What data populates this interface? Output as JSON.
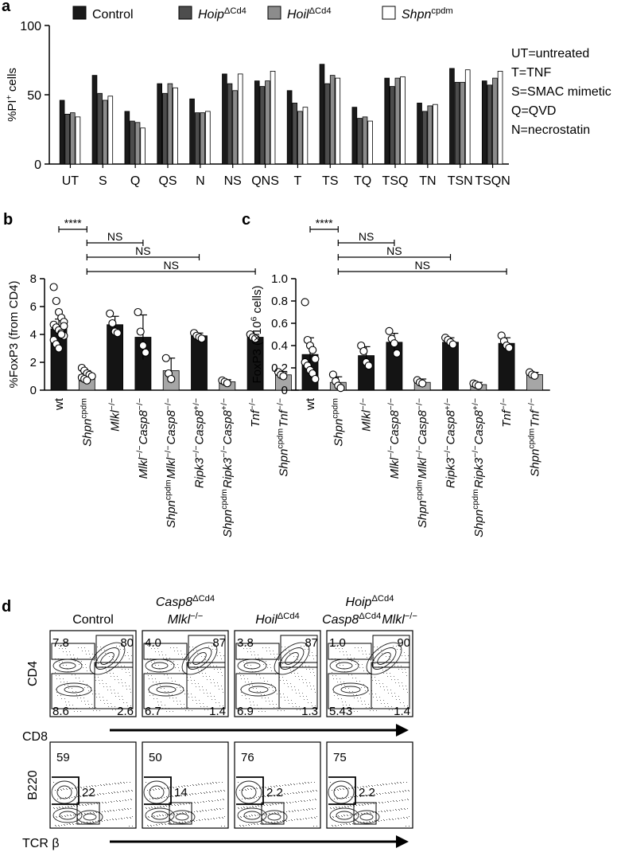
{
  "panel_a": {
    "letter": "a",
    "legend": [
      {
        "name": "Control",
        "sup": "",
        "italic": false,
        "color": "#1a1a1a"
      },
      {
        "name": "Hoip",
        "sup": "ΔCd4",
        "italic": true,
        "color": "#4d4d4d"
      },
      {
        "name": "Hoil",
        "sup": "ΔCd4",
        "italic": true,
        "color": "#8c8c8c"
      },
      {
        "name": "Shpn",
        "sup": "cpdm",
        "italic": true,
        "color": "#ffffff"
      }
    ],
    "ylabel_pre": "%PI",
    "ylabel_sup": "+",
    "ylabel_post": " cells",
    "notes": [
      "UT=untreated",
      "T=TNF",
      "S=SMAC mimetic",
      "Q=QVD",
      "N=necrostatin"
    ]
  },
  "panel_b": {
    "letter": "b",
    "ylabel": "%FoxP3 (from CD4)"
  },
  "panel_c": {
    "letter": "c",
    "ylabel_pre": "FoxP3 (×10",
    "ylabel_sup": "6",
    "ylabel_post": " cells)"
  },
  "panel_d": {
    "letter": "d",
    "row1_ylabel": "CD4",
    "row1_xlabel": "CD8",
    "row2_ylabel": "B220",
    "row2_xlabel": "TCR β",
    "titles": [
      {
        "lines": [
          [
            [
              "Control",
              ""
            ]
          ]
        ]
      },
      {
        "lines": [
          [
            [
              "Casp8",
              "ΔCd4"
            ]
          ],
          [
            [
              "Mlkl",
              "−/−"
            ]
          ]
        ]
      },
      {
        "lines": [
          [
            [
              "Hoil",
              "ΔCd4"
            ]
          ]
        ]
      },
      {
        "lines": [
          [
            [
              "Hoip",
              "ΔCd4"
            ]
          ],
          [
            [
              "Casp8",
              "ΔCd4"
            ],
            [
              "Mlkl",
              "−/−"
            ]
          ]
        ]
      }
    ],
    "row1_values": [
      {
        "tl": "7.8",
        "tr": "80",
        "bl": "8.6",
        "br": "2.6"
      },
      {
        "tl": "4.0",
        "tr": "87",
        "bl": "6.7",
        "br": "1.4"
      },
      {
        "tl": "3.8",
        "tr": "87",
        "bl": "6.9",
        "br": "1.3"
      },
      {
        "tl": "1.0",
        "tr": "90",
        "bl": "5.43",
        "br": "1.4"
      }
    ],
    "row2_values": [
      {
        "top": "59",
        "mid": "22"
      },
      {
        "top": "50",
        "mid": "14"
      },
      {
        "top": "76",
        "mid": "2.2"
      },
      {
        "top": "75",
        "mid": "2.2"
      }
    ]
  },
  "chart_data": [
    {
      "type": "bar",
      "categories": [
        "UT",
        "S",
        "Q",
        "QS",
        "N",
        "NS",
        "QNS",
        "T",
        "TS",
        "TQ",
        "TSQ",
        "TN",
        "TSN",
        "TSQN"
      ],
      "ylim": [
        0,
        100
      ],
      "yticks": [
        0,
        50,
        100
      ],
      "series": [
        {
          "name": "Control",
          "values": [
            46,
            64,
            38,
            58,
            47,
            65,
            60,
            53,
            72,
            41,
            62,
            44,
            69,
            60
          ]
        },
        {
          "name": "HoipΔCd4",
          "values": [
            36,
            51,
            31,
            51,
            37,
            58,
            56,
            44,
            58,
            33,
            56,
            38,
            59,
            57
          ]
        },
        {
          "name": "HoilΔCd4",
          "values": [
            37,
            46,
            30,
            58,
            37,
            53,
            60,
            38,
            64,
            34,
            62,
            42,
            59,
            62
          ]
        },
        {
          "name": "Shpncpdm",
          "values": [
            34,
            49,
            26,
            55,
            38,
            65,
            67,
            41,
            62,
            31,
            63,
            43,
            68,
            67
          ]
        }
      ]
    },
    {
      "type": "bar",
      "ylim": [
        0,
        8
      ],
      "yticks": [
        0,
        2,
        4,
        6,
        8
      ],
      "categories": [
        [
          [
            "wt",
            ""
          ]
        ],
        [
          [
            "Shpn",
            "cpdm"
          ]
        ],
        [
          [
            "Mlkl",
            "−/−"
          ]
        ],
        [
          [
            "Mlkl",
            "−/−"
          ],
          [
            "Casp8",
            "−/−"
          ]
        ],
        [
          [
            "Shpn",
            "cpdm"
          ],
          [
            "Mlkl",
            "−/−"
          ],
          [
            "Casp8",
            "−/−"
          ]
        ],
        [
          [
            "Ripk3",
            "−/−"
          ],
          [
            "Casp8",
            "+/−"
          ]
        ],
        [
          [
            "Shpn",
            "cpdm"
          ],
          [
            "Ripk3",
            "−/−"
          ],
          [
            "Casp8",
            "+/−"
          ]
        ],
        [
          [
            "Tnf",
            "−/−"
          ]
        ],
        [
          [
            "Shpn",
            "cpdm"
          ],
          [
            "Tnf",
            "−/−"
          ]
        ]
      ],
      "values": [
        4.4,
        1.1,
        4.7,
        3.8,
        1.4,
        3.9,
        0.6,
        3.8,
        1.1
      ],
      "errors": [
        0.7,
        0.3,
        0.6,
        1.6,
        0.9,
        0.2,
        0.15,
        0.2,
        0.15
      ],
      "colors": [
        "black",
        "gray",
        "black",
        "black",
        "gray",
        "black",
        "gray",
        "black",
        "gray"
      ],
      "points": [
        [
          7.4,
          6.4,
          5.6,
          5.2,
          4.9,
          4.7,
          4.5,
          4.3,
          4.1,
          3.9,
          3.6,
          3.3,
          3.0,
          4.0,
          4.6
        ],
        [
          1.6,
          1.4,
          1.2,
          1.1,
          1.0,
          0.9,
          0.8,
          0.7
        ],
        [
          5.5,
          4.8,
          4.2,
          4.1
        ],
        [
          5.6,
          4.2,
          3.2,
          2.7
        ],
        [
          2.3,
          1.2,
          0.8
        ],
        [
          4.1,
          3.9,
          3.8,
          3.7
        ],
        [
          0.7,
          0.6,
          0.5
        ],
        [
          4.0,
          3.8,
          3.7
        ],
        [
          1.3,
          1.1,
          1.0
        ]
      ],
      "significance": [
        {
          "from": 0,
          "to": 1,
          "label": "****"
        },
        {
          "from": 1,
          "to": 3,
          "label": "NS"
        },
        {
          "from": 1,
          "to": 5,
          "label": "NS"
        },
        {
          "from": 1,
          "to": 7,
          "label": "NS"
        }
      ]
    },
    {
      "type": "bar",
      "ylim": [
        0,
        1.0
      ],
      "yticks": [
        "0",
        "0.2",
        "0.4",
        "0.6",
        "0.8",
        "1.0"
      ],
      "categories": [
        [
          [
            "wt",
            ""
          ]
        ],
        [
          [
            "Shpn",
            "cpdm"
          ]
        ],
        [
          [
            "Mlkl",
            "−/−"
          ]
        ],
        [
          [
            "Mlkl",
            "−/−"
          ],
          [
            "Casp8",
            "−/−"
          ]
        ],
        [
          [
            "Shpn",
            "cpdm"
          ],
          [
            "Mlkl",
            "−/−"
          ],
          [
            "Casp8",
            "−/−"
          ]
        ],
        [
          [
            "Ripk3",
            "−/−"
          ],
          [
            "Casp8",
            "+/−"
          ]
        ],
        [
          [
            "Shpn",
            "cpdm"
          ],
          [
            "Ripk3",
            "−/−"
          ],
          [
            "Casp8",
            "+/−"
          ]
        ],
        [
          [
            "Tnf",
            "−/−"
          ]
        ],
        [
          [
            "Shpn",
            "cpdm"
          ],
          [
            "Tnf",
            "−/−"
          ]
        ]
      ],
      "values": [
        0.32,
        0.07,
        0.31,
        0.43,
        0.07,
        0.43,
        0.05,
        0.42,
        0.14
      ],
      "errors": [
        0.15,
        0.05,
        0.08,
        0.08,
        0.03,
        0.04,
        0.02,
        0.05,
        0.02
      ],
      "colors": [
        "black",
        "gray",
        "black",
        "black",
        "gray",
        "black",
        "gray",
        "black",
        "gray"
      ],
      "points": [
        [
          0.79,
          0.45,
          0.4,
          0.36,
          0.28,
          0.25,
          0.22,
          0.18,
          0.15,
          0.1
        ],
        [
          0.14,
          0.08,
          0.04,
          0.02
        ],
        [
          0.4,
          0.35,
          0.25,
          0.22
        ],
        [
          0.53,
          0.46,
          0.42,
          0.33
        ],
        [
          0.09,
          0.07,
          0.06
        ],
        [
          0.47,
          0.45,
          0.43,
          0.41
        ],
        [
          0.06,
          0.05,
          0.04
        ],
        [
          0.49,
          0.44,
          0.4,
          0.38
        ],
        [
          0.16,
          0.14,
          0.13
        ]
      ],
      "significance": [
        {
          "from": 0,
          "to": 1,
          "label": "****"
        },
        {
          "from": 1,
          "to": 3,
          "label": "NS"
        },
        {
          "from": 1,
          "to": 5,
          "label": "NS"
        },
        {
          "from": 1,
          "to": 7,
          "label": "NS"
        }
      ]
    }
  ]
}
